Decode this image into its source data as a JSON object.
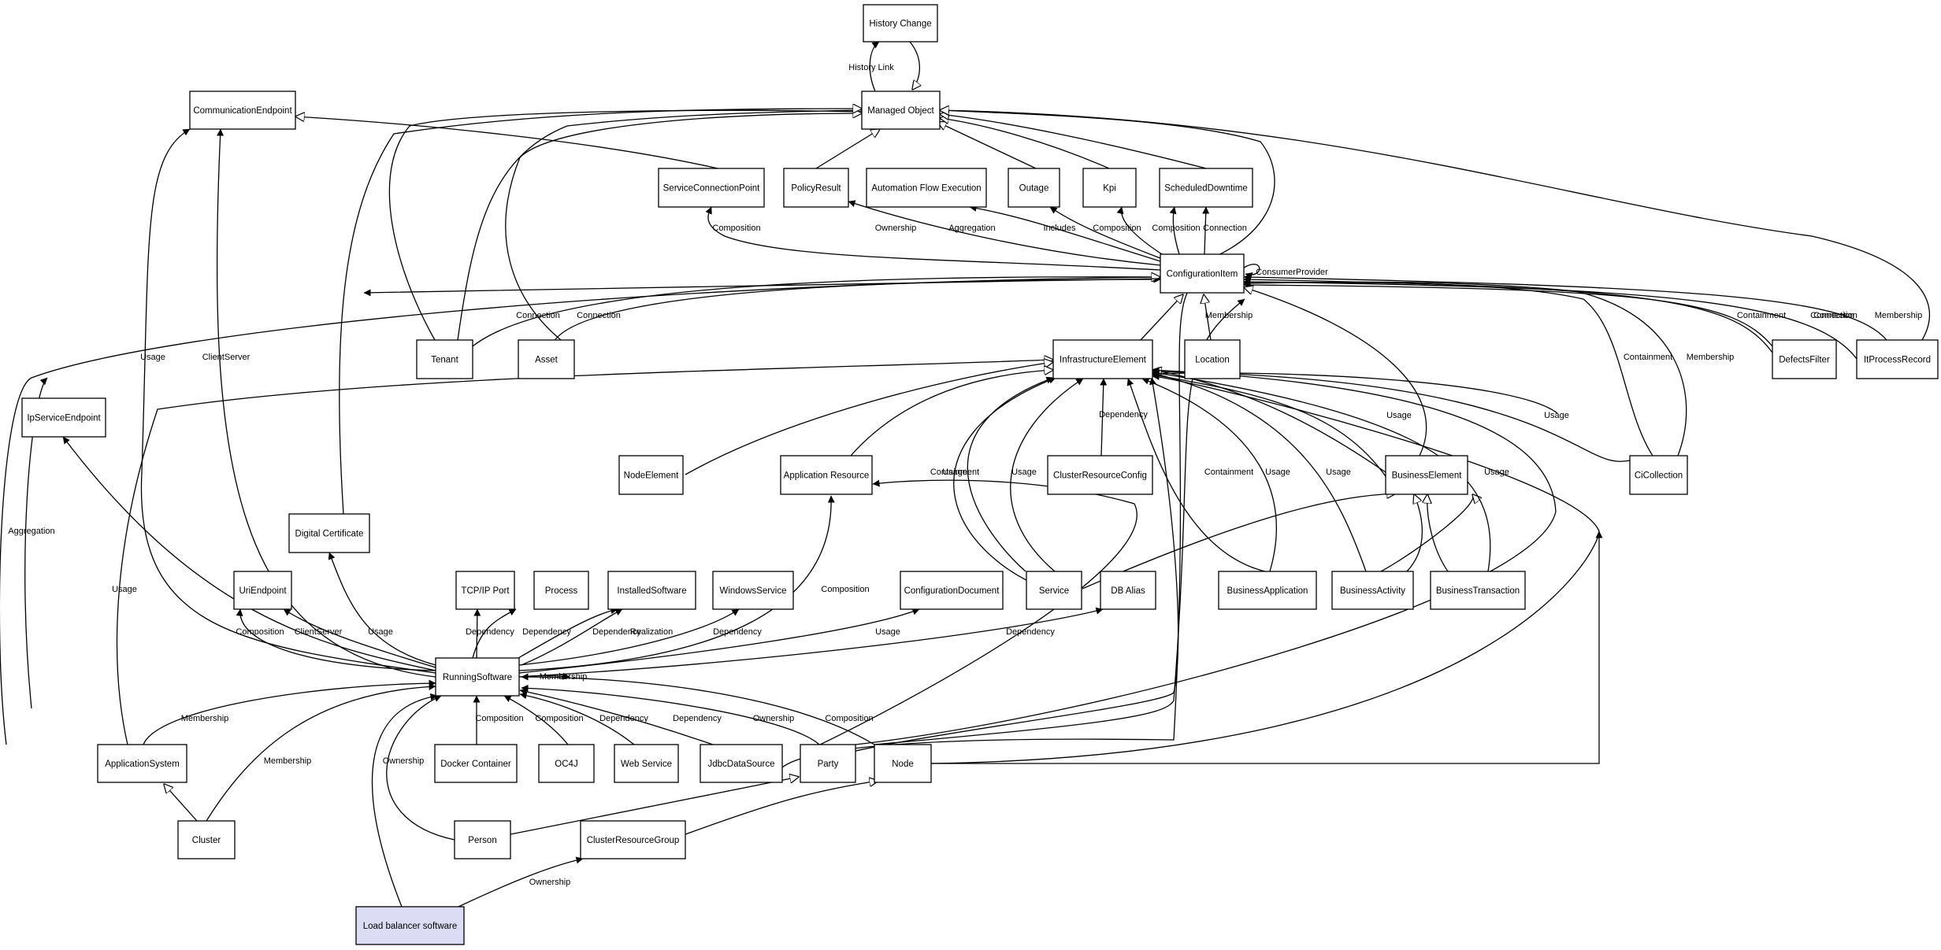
{
  "diagram": {
    "nodes": [
      {
        "id": "history",
        "label": "History Change"
      },
      {
        "id": "managed",
        "label": "Managed Object"
      },
      {
        "id": "commep",
        "label": "CommunicationEndpoint"
      },
      {
        "id": "scp",
        "label": "ServiceConnectionPoint"
      },
      {
        "id": "policy",
        "label": "PolicyResult"
      },
      {
        "id": "autoflow",
        "label": "Automation Flow Execution"
      },
      {
        "id": "outage",
        "label": "Outage"
      },
      {
        "id": "kpi",
        "label": "Kpi"
      },
      {
        "id": "sched",
        "label": "ScheduledDowntime"
      },
      {
        "id": "ci",
        "label": "ConfigurationItem"
      },
      {
        "id": "tenant",
        "label": "Tenant"
      },
      {
        "id": "asset",
        "label": "Asset"
      },
      {
        "id": "infra",
        "label": "InfrastructureElement"
      },
      {
        "id": "location",
        "label": "Location"
      },
      {
        "id": "defects",
        "label": "DefectsFilter"
      },
      {
        "id": "itproc",
        "label": "ItProcessRecord"
      },
      {
        "id": "ipep",
        "label": "IpServiceEndpoint"
      },
      {
        "id": "nodeel",
        "label": "NodeElement"
      },
      {
        "id": "appres",
        "label": "Application Resource"
      },
      {
        "id": "crc",
        "label": "ClusterResourceConfig"
      },
      {
        "id": "buselem",
        "label": "BusinessElement"
      },
      {
        "id": "cicoll",
        "label": "CiCollection"
      },
      {
        "id": "digcert",
        "label": "Digital Certificate"
      },
      {
        "id": "uriep",
        "label": "UriEndpoint"
      },
      {
        "id": "tcpip",
        "label": "TCP/IP Port"
      },
      {
        "id": "process",
        "label": "Process"
      },
      {
        "id": "instsw",
        "label": "InstalledSoftware"
      },
      {
        "id": "winsvc",
        "label": "WindowsService"
      },
      {
        "id": "confdoc",
        "label": "ConfigurationDocument"
      },
      {
        "id": "service",
        "label": "Service"
      },
      {
        "id": "dbalias",
        "label": "DB Alias"
      },
      {
        "id": "busapp",
        "label": "BusinessApplication"
      },
      {
        "id": "busact",
        "label": "BusinessActivity"
      },
      {
        "id": "bustx",
        "label": "BusinessTransaction"
      },
      {
        "id": "runsw",
        "label": "RunningSoftware"
      },
      {
        "id": "appsys",
        "label": "ApplicationSystem"
      },
      {
        "id": "docker",
        "label": "Docker Container"
      },
      {
        "id": "oc4j",
        "label": "OC4J"
      },
      {
        "id": "websvc",
        "label": "Web Service"
      },
      {
        "id": "jdbc",
        "label": "JdbcDataSource"
      },
      {
        "id": "party",
        "label": "Party"
      },
      {
        "id": "node",
        "label": "Node"
      },
      {
        "id": "cluster",
        "label": "Cluster"
      },
      {
        "id": "person",
        "label": "Person"
      },
      {
        "id": "crg",
        "label": "ClusterResourceGroup"
      },
      {
        "id": "lbsw",
        "label": "Load balancer software",
        "highlight": true
      }
    ],
    "edges": [
      {
        "id": "e1",
        "type": "assoc",
        "label": "History Link"
      },
      {
        "id": "e2",
        "type": "inherit",
        "label": ""
      },
      {
        "id": "e3",
        "type": "inherit",
        "label": ""
      },
      {
        "id": "e4",
        "type": "inherit",
        "label": ""
      },
      {
        "id": "e5",
        "type": "inherit",
        "label": ""
      },
      {
        "id": "e6",
        "type": "inherit",
        "label": ""
      },
      {
        "id": "e7",
        "type": "inherit",
        "label": ""
      },
      {
        "id": "e8",
        "type": "inherit",
        "label": ""
      },
      {
        "id": "e9",
        "type": "inherit",
        "label": ""
      },
      {
        "id": "e10",
        "type": "inherit",
        "label": ""
      },
      {
        "id": "e11",
        "type": "inherit",
        "label": ""
      },
      {
        "id": "e12",
        "type": "inherit",
        "label": ""
      },
      {
        "id": "e13",
        "type": "inherit",
        "label": ""
      },
      {
        "id": "e14",
        "type": "assoc",
        "label": "Composition"
      },
      {
        "id": "e15",
        "type": "assoc",
        "label": "Ownership"
      },
      {
        "id": "e16",
        "type": "assoc",
        "label": "Aggregation"
      },
      {
        "id": "e17",
        "type": "assoc",
        "label": "Includes"
      },
      {
        "id": "e18",
        "type": "assoc",
        "label": "Composition"
      },
      {
        "id": "e19",
        "type": "assoc",
        "label": "Composition"
      },
      {
        "id": "e20",
        "type": "assoc",
        "label": "Connection"
      },
      {
        "id": "e21",
        "type": "assoc",
        "label": "ConsumerProvider"
      },
      {
        "id": "e22",
        "type": "assoc",
        "label": "Connection"
      },
      {
        "id": "e23",
        "type": "assoc",
        "label": "Connection"
      },
      {
        "id": "e24",
        "type": "assoc",
        "label": "Connection"
      },
      {
        "id": "e25",
        "type": "inherit",
        "label": ""
      },
      {
        "id": "e26",
        "type": "inherit",
        "label": "Membership"
      },
      {
        "id": "e27",
        "type": "assoc",
        "label": "Containment"
      },
      {
        "id": "e28",
        "type": "assoc",
        "label": "Connection"
      },
      {
        "id": "e29",
        "type": "assoc",
        "label": "Membership"
      },
      {
        "id": "e30",
        "type": "assoc",
        "label": "Containment"
      },
      {
        "id": "e31",
        "type": "assoc",
        "label": "Membership"
      },
      {
        "id": "e32",
        "type": "inherit",
        "label": ""
      },
      {
        "id": "e33",
        "type": "inherit",
        "label": ""
      },
      {
        "id": "e34",
        "type": "inherit",
        "label": ""
      },
      {
        "id": "e35",
        "type": "inherit",
        "label": ""
      },
      {
        "id": "e36",
        "type": "inherit",
        "label": ""
      },
      {
        "id": "e37",
        "type": "assoc",
        "label": "Dependency"
      },
      {
        "id": "e38",
        "type": "assoc",
        "label": "Usage"
      },
      {
        "id": "e39",
        "type": "inherit",
        "label": ""
      },
      {
        "id": "e40",
        "type": "inherit",
        "label": ""
      },
      {
        "id": "e41",
        "type": "inherit",
        "label": ""
      },
      {
        "id": "e42",
        "type": "inherit",
        "label": ""
      },
      {
        "id": "e43",
        "type": "inherit",
        "label": ""
      },
      {
        "id": "e44",
        "type": "inherit",
        "label": ""
      },
      {
        "id": "e45",
        "type": "assoc",
        "label": "Containment"
      },
      {
        "id": "e46",
        "type": "assoc",
        "label": "Usage"
      },
      {
        "id": "e47",
        "type": "assoc",
        "label": "Containment"
      },
      {
        "id": "e48",
        "type": "assoc",
        "label": "Usage"
      },
      {
        "id": "e49",
        "type": "assoc",
        "label": "Usage"
      },
      {
        "id": "e50",
        "type": "assoc",
        "label": "Usage"
      },
      {
        "id": "e51",
        "type": "assoc",
        "label": "Usage"
      },
      {
        "id": "e52",
        "type": "assoc",
        "label": "Usage"
      },
      {
        "id": "e53",
        "type": "assoc",
        "label": "Usage"
      },
      {
        "id": "e54",
        "type": "assoc",
        "label": "ClientServer"
      },
      {
        "id": "e55",
        "type": "assoc",
        "label": "Usage"
      },
      {
        "id": "e56",
        "type": "assoc",
        "label": "Composition"
      },
      {
        "id": "e57",
        "type": "assoc",
        "label": "ClientServer"
      },
      {
        "id": "e58",
        "type": "assoc",
        "label": "Usage"
      },
      {
        "id": "e59",
        "type": "assoc",
        "label": "Usage"
      },
      {
        "id": "e60",
        "type": "assoc",
        "label": "Dependency"
      },
      {
        "id": "e61",
        "type": "assoc",
        "label": "Dependency"
      },
      {
        "id": "e62",
        "type": "assoc",
        "label": "Realization"
      },
      {
        "id": "e63",
        "type": "assoc",
        "label": "Dependency"
      },
      {
        "id": "e64",
        "type": "assoc",
        "label": "Composition"
      },
      {
        "id": "e65",
        "type": "assoc",
        "label": "Usage"
      },
      {
        "id": "e66",
        "type": "assoc",
        "label": "Dependency"
      },
      {
        "id": "e67",
        "type": "assoc",
        "label": "Dependency"
      },
      {
        "id": "e68",
        "type": "assoc",
        "label": "Membership"
      },
      {
        "id": "e69",
        "type": "assoc",
        "label": "Membership"
      },
      {
        "id": "e70",
        "type": "assoc",
        "label": "Membership"
      },
      {
        "id": "e71",
        "type": "assoc",
        "label": "Composition"
      },
      {
        "id": "e72",
        "type": "assoc",
        "label": "Composition"
      },
      {
        "id": "e73",
        "type": "assoc",
        "label": "Dependency"
      },
      {
        "id": "e74",
        "type": "assoc",
        "label": "Dependency"
      },
      {
        "id": "e75",
        "type": "assoc",
        "label": "Ownership"
      },
      {
        "id": "e76",
        "type": "assoc",
        "label": "Composition"
      },
      {
        "id": "e77",
        "type": "assoc",
        "label": "Ownership"
      },
      {
        "id": "e78",
        "type": "assoc",
        "label": ""
      },
      {
        "id": "e79",
        "type": "inherit",
        "label": ""
      },
      {
        "id": "e80",
        "type": "inherit",
        "label": ""
      },
      {
        "id": "e81",
        "type": "inherit",
        "label": ""
      },
      {
        "id": "e82",
        "type": "inherit",
        "label": ""
      },
      {
        "id": "e83",
        "type": "assoc",
        "label": "Ownership"
      },
      {
        "id": "e84",
        "type": "assoc",
        "label": "Aggregation"
      },
      {
        "id": "e85",
        "type": "assoc",
        "label": ""
      },
      {
        "id": "e86",
        "type": "assoc",
        "label": ""
      },
      {
        "id": "e87",
        "type": "assoc",
        "label": "Usage"
      },
      {
        "id": "e88",
        "type": "assoc",
        "label": ""
      },
      {
        "id": "e89",
        "type": "assoc",
        "label": ""
      },
      {
        "id": "e90",
        "type": "assoc",
        "label": ""
      }
    ]
  }
}
